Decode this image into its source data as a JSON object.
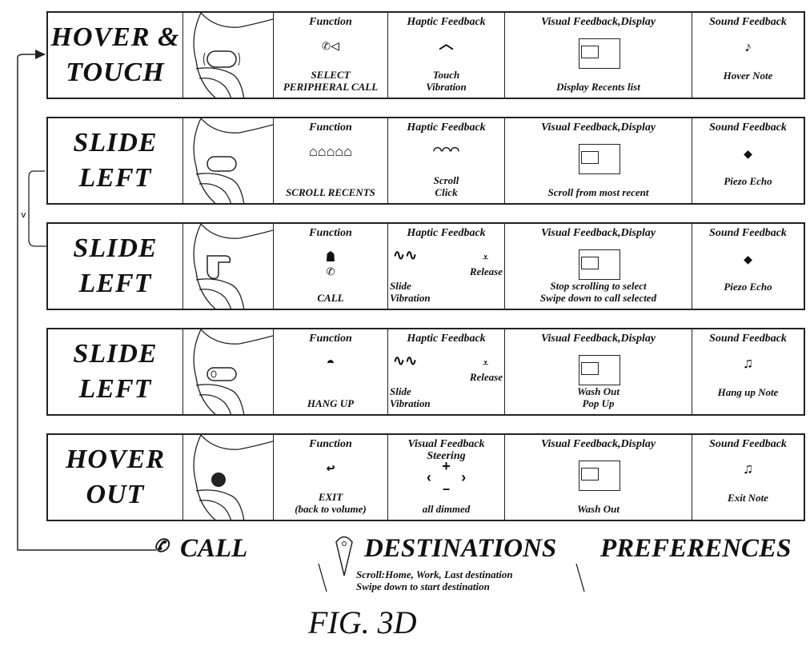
{
  "rows": [
    {
      "gesture": "HOVER &\nTOUCH",
      "function": {
        "header": "Function",
        "icon": "phone-signal-icon",
        "glyph": "✆◁",
        "label": "SELECT\nPERIPHERAL CALL"
      },
      "haptic": {
        "header": "Haptic Feedback",
        "glyph": "︿",
        "label": "Touch\nVibration"
      },
      "visual": {
        "header": "Visual Feedback,Display",
        "label": "Display Recents list"
      },
      "sound": {
        "header": "Sound Feedback",
        "glyph": "♪",
        "label": "Hover Note"
      }
    },
    {
      "gesture": "SLIDE\nLEFT",
      "function": {
        "header": "Function",
        "icon": "contacts-icon",
        "glyph": "⌂⌂⌂⌂⌂",
        "label": "SCROLL RECENTS"
      },
      "haptic": {
        "header": "Haptic Feedback",
        "glyph": "⌒⌒⌒",
        "label": "Scroll\nClick"
      },
      "visual": {
        "header": "Visual Feedback,Display",
        "label": "Scroll from most recent"
      },
      "sound": {
        "header": "Sound Feedback",
        "glyph": "◆",
        "label": "Piezo Echo"
      }
    },
    {
      "gesture": "SLIDE\nLEFT",
      "function": {
        "header": "Function",
        "icon": "contact-call-icon",
        "glyph": "☗\n✆",
        "label": "CALL"
      },
      "haptic": {
        "header": "Haptic Feedback",
        "glyph": "∿∿",
        "label": "Slide\nVibration",
        "release": "Release"
      },
      "visual": {
        "header": "Visual Feedback,Display",
        "label": "Stop scrolling to select\nSwipe down to call selected"
      },
      "sound": {
        "header": "Sound Feedback",
        "glyph": "◆",
        "label": "Piezo Echo"
      }
    },
    {
      "gesture": "SLIDE\nLEFT",
      "function": {
        "header": "Function",
        "icon": "hang-up-icon",
        "glyph": "◓",
        "label": "HANG UP"
      },
      "haptic": {
        "header": "Haptic Feedback",
        "glyph": "∿∿",
        "label": "Slide\nVibration",
        "release": "Release"
      },
      "visual": {
        "header": "Visual Feedback,Display",
        "label": "Wash Out\nPop Up"
      },
      "sound": {
        "header": "Sound Feedback",
        "glyph": "♫",
        "label": "Hang up Note"
      }
    },
    {
      "gesture": "HOVER\nOUT",
      "function": {
        "header": "Function",
        "icon": "exit-arrow-icon",
        "glyph": "↩",
        "label": "EXIT\n(back to volume)"
      },
      "haptic": {
        "header": "Visual Feedback\nSteering",
        "glyph": "+\n‹   ›\n–",
        "label": "all dimmed"
      },
      "visual": {
        "header": "Visual Feedback,Display",
        "label": "Wash Out"
      },
      "sound": {
        "header": "Sound Feedback",
        "glyph": "♫",
        "label": "Exit Note"
      }
    }
  ],
  "bottom": {
    "call": "CALL",
    "destinations": "DESTINATIONS",
    "preferences": "PREFERENCES",
    "destinations_sub": "Scroll:Home, Work, Last destination\nSwipe down to start destination"
  },
  "figure_label": "FIG. 3D"
}
